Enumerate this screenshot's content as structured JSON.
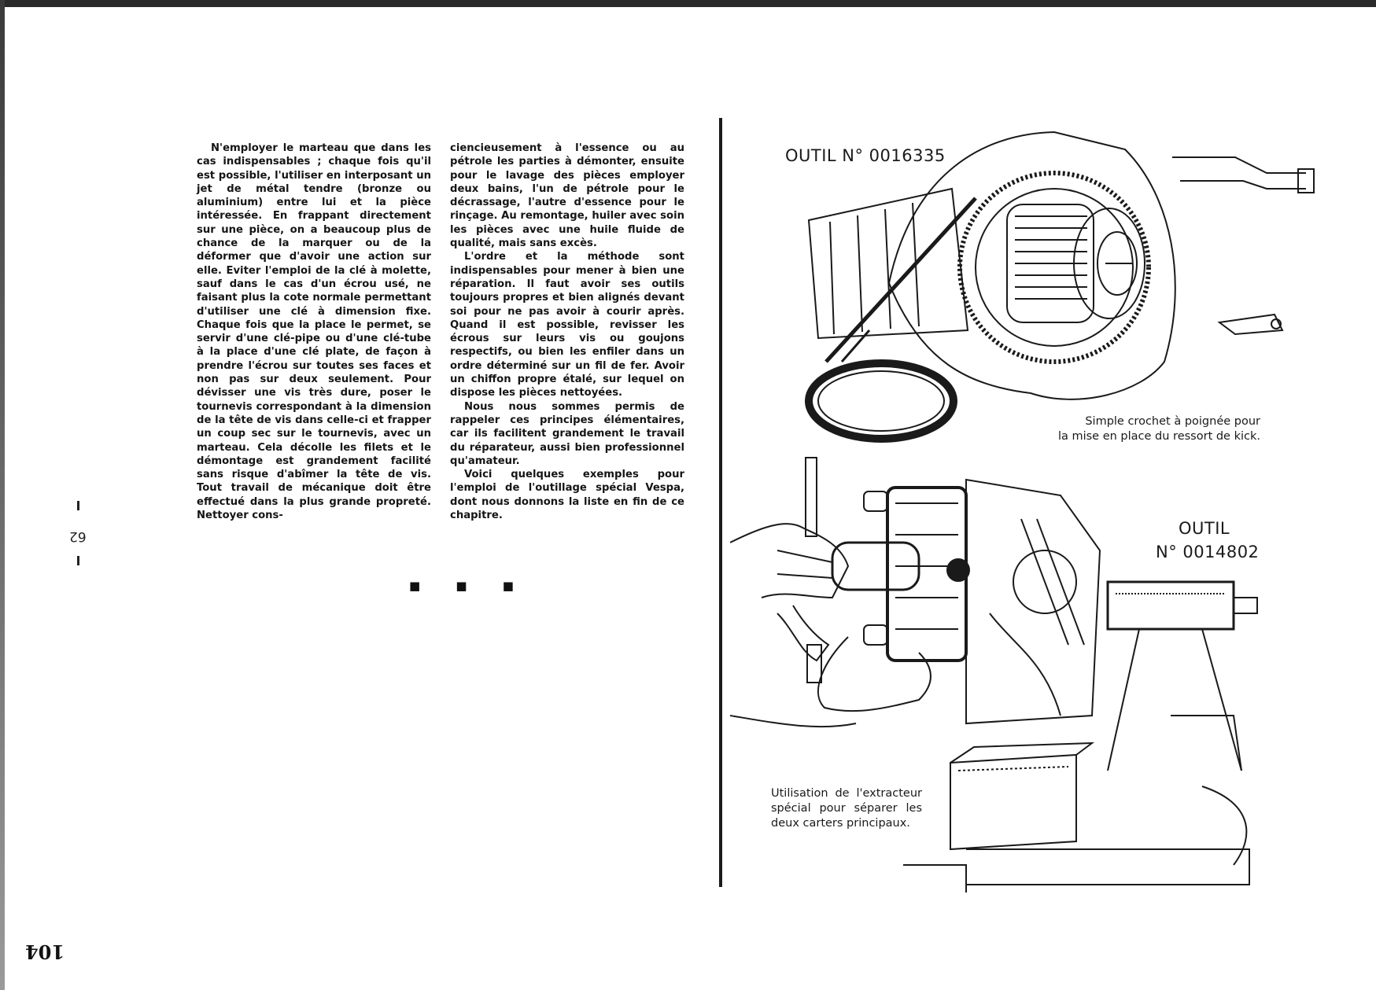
{
  "page": {
    "page_number": "104",
    "side_page_number": "62"
  },
  "column1": {
    "paragraphs": [
      "N'employer le marteau que dans les cas indispensables ; chaque fois qu'il est possible, l'utiliser en interposant un jet de métal tendre (bronze ou aluminium) entre lui et la pièce intéressée. En frappant directement sur une pièce, on a beaucoup plus de chance de la marquer ou de la déformer que d'avoir une action sur elle. Eviter l'emploi de la clé à molette, sauf dans le cas d'un écrou usé, ne faisant plus la cote normale permettant d'utiliser une clé à dimension fixe. Chaque fois que la place le permet, se servir d'une clé-pipe ou d'une clé-tube à la place d'une clé plate, de façon à prendre l'écrou sur toutes ses faces et non pas sur deux seulement. Pour dévisser une vis très dure, poser le tournevis correspondant à la dimension de la tête de vis dans celle-ci et frapper un coup sec sur le tournevis, avec un marteau. Cela décolle les filets et le démontage est grandement facilité sans risque d'abîmer la tête de vis. Tout travail de mécanique doit être effectué dans la plus grande propreté. Nettoyer cons-"
    ]
  },
  "column2": {
    "paragraphs": [
      "ciencieusement à l'essence ou au pétrole les parties à démonter, ensuite pour le lavage des pièces employer deux bains, l'un de pétrole pour le décrassage, l'autre d'essence pour le rinçage. Au remontage, huiler avec soin les pièces avec une huile fluide de qualité, mais sans excès.",
      "L'ordre et la méthode sont indispensables pour mener à bien une réparation. Il faut avoir ses outils toujours propres et bien alignés devant soi pour ne pas avoir à courir après. Quand il est possible, revisser les écrous sur leurs vis ou goujons respectifs, ou bien les enfiler dans un ordre déterminé sur un fil de fer. Avoir un chiffon propre étalé, sur lequel on dispose les pièces nettoyées.",
      "Nous nous sommes permis de rappeler ces principes élémentaires, car ils facilitent grandement le travail du réparateur, aussi bien professionnel qu'amateur.",
      "Voici quelques exemples pour l'emploi de l'outillage spécial Vespa, dont nous donnons la liste en fin de ce chapitre."
    ],
    "separator": "■ ■ ■"
  },
  "figure1": {
    "tool_label": "OUTIL N° 0016335",
    "caption_line1": "Simple crochet à poignée pour",
    "caption_line2": "la mise en place du ressort de kick."
  },
  "figure2": {
    "tool_label_line1": "OUTIL",
    "tool_label_line2": "N° 0014802",
    "caption": "Utilisation de l'extracteur spécial pour séparer les deux carters principaux."
  }
}
